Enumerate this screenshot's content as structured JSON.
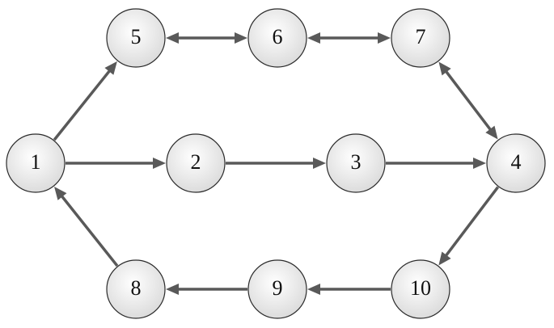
{
  "nodes": [
    {
      "id": "1",
      "label": "1"
    },
    {
      "id": "2",
      "label": "2"
    },
    {
      "id": "3",
      "label": "3"
    },
    {
      "id": "4",
      "label": "4"
    },
    {
      "id": "5",
      "label": "5"
    },
    {
      "id": "6",
      "label": "6"
    },
    {
      "id": "7",
      "label": "7"
    },
    {
      "id": "8",
      "label": "8"
    },
    {
      "id": "9",
      "label": "9"
    },
    {
      "id": "10",
      "label": "10"
    }
  ],
  "edges": [
    {
      "from": "1",
      "to": "5",
      "direction": "forward"
    },
    {
      "from": "5",
      "to": "6",
      "direction": "both"
    },
    {
      "from": "6",
      "to": "7",
      "direction": "both"
    },
    {
      "from": "7",
      "to": "4",
      "direction": "both"
    },
    {
      "from": "1",
      "to": "2",
      "direction": "forward"
    },
    {
      "from": "2",
      "to": "3",
      "direction": "forward"
    },
    {
      "from": "3",
      "to": "4",
      "direction": "forward"
    },
    {
      "from": "4",
      "to": "10",
      "direction": "forward"
    },
    {
      "from": "10",
      "to": "9",
      "direction": "forward"
    },
    {
      "from": "9",
      "to": "8",
      "direction": "forward"
    },
    {
      "from": "8",
      "to": "1",
      "direction": "forward"
    }
  ],
  "colors": {
    "edge": "#595959",
    "node_stroke": "#2b2b2b",
    "node_fill_center": "#ffffff",
    "node_fill_edge": "#d9d9d9"
  }
}
